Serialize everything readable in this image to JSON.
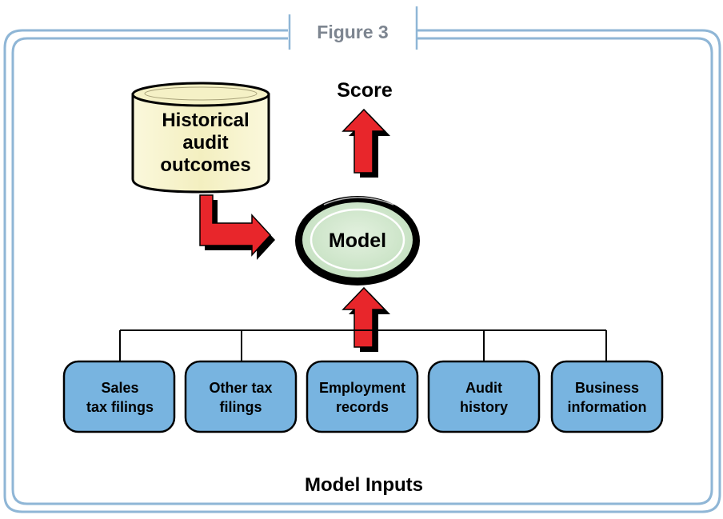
{
  "figure": {
    "title": "Figure 3"
  },
  "database": {
    "lines": [
      "Historical",
      "audit",
      "outcomes"
    ]
  },
  "score": {
    "label": "Score"
  },
  "model": {
    "label": "Model"
  },
  "inputs": {
    "label": "Model Inputs",
    "boxes": [
      {
        "lines": [
          "Sales",
          "tax filings"
        ]
      },
      {
        "lines": [
          "Other tax",
          "filings"
        ]
      },
      {
        "lines": [
          "Employment",
          "records"
        ]
      },
      {
        "lines": [
          "Audit",
          "history"
        ]
      },
      {
        "lines": [
          "Business",
          "information"
        ]
      }
    ]
  },
  "colors": {
    "frame": "#8fb6d6",
    "title": "#7d8590",
    "arrow_red": "#e8262b",
    "box_fill": "#78b4e0",
    "model_fill": "#cfe6cc",
    "db_fill": "#f5f1c6"
  }
}
